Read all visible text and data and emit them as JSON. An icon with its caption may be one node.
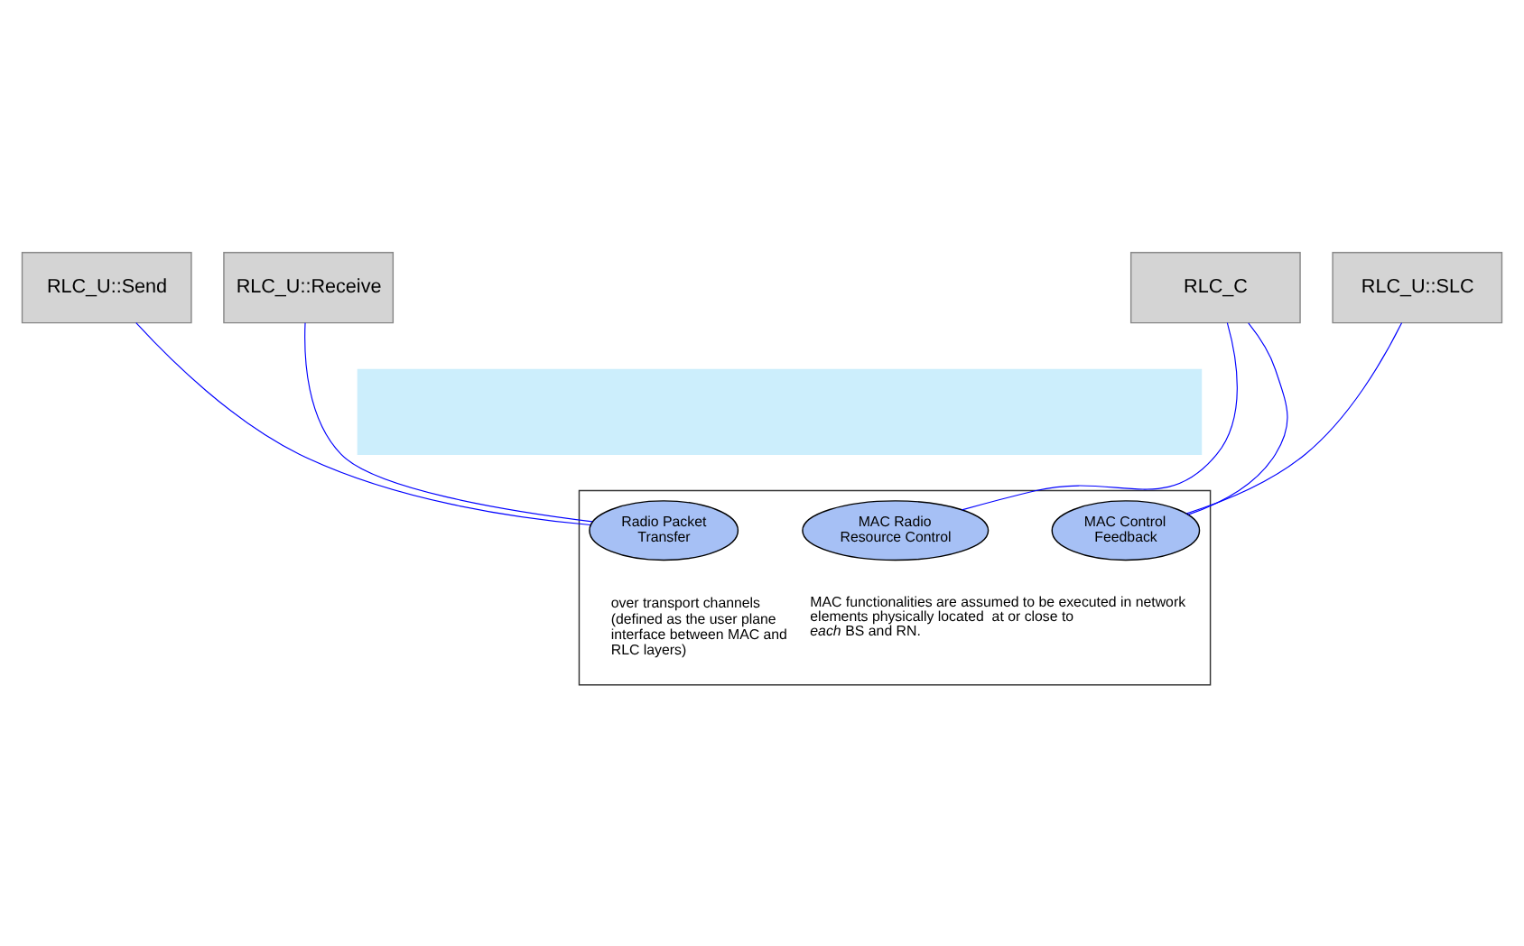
{
  "diagram": {
    "nodes": [
      {
        "text": [
          "RLC_U::Send"
        ]
      },
      {
        "text": [
          "RLC_U::Receive"
        ]
      },
      {
        "text": [
          "RLC_C"
        ]
      },
      {
        "text": [
          "RLC_U::SLC"
        ]
      },
      {
        "text": [],
        "shape": "box"
      },
      {
        "text": [
          "over transport channels (defined as the user plane interface between MAC and RLC layers)",
          "MAC functionalities are assumed to be executed in network elements physically located  at or close to *each* BS and RN."
        ]
      },
      {
        "text": [
          "Radio Packet Transfer"
        ],
        "in": 5
      },
      {
        "text": [
          "MAC Radio Resource Control"
        ],
        "in": 5
      },
      {
        "text": [
          "MAC Control Feedback"
        ],
        "in": 5
      }
    ],
    "edges": [
      {
        "from": 0,
        "to": 6,
        "arrow": "none"
      },
      {
        "from": 1,
        "to": 6,
        "arrow": "none"
      },
      {
        "from": 2,
        "to": 7,
        "arrow": "none"
      },
      {
        "from": 2,
        "to": 8,
        "arrow": "none"
      },
      {
        "from": 3,
        "to": 8,
        "arrow": "none"
      }
    ]
  }
}
